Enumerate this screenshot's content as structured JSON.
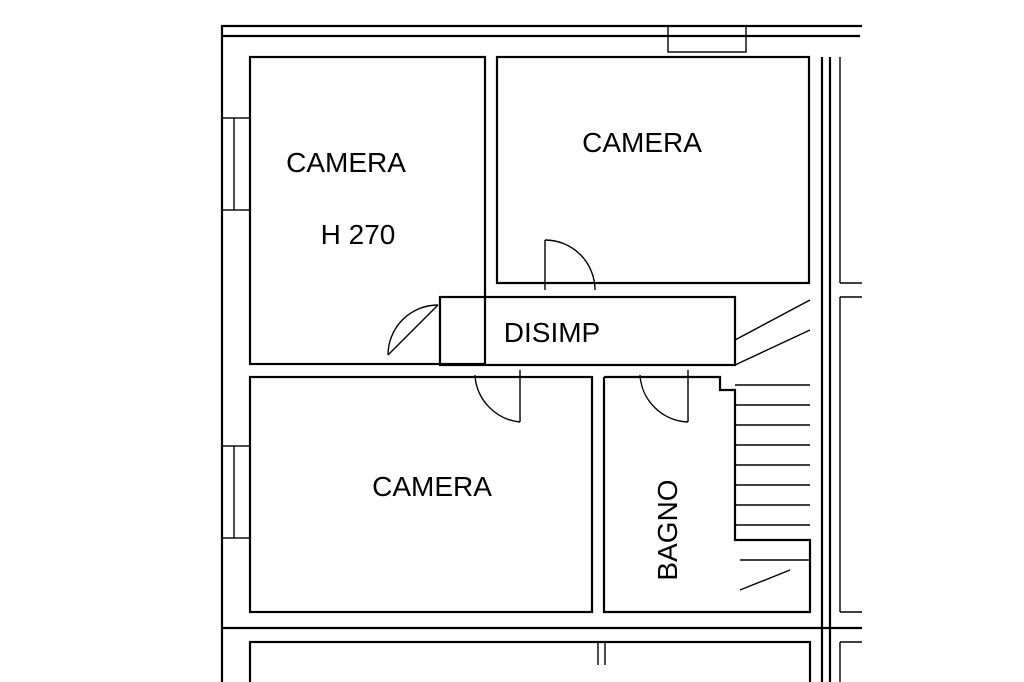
{
  "plan": {
    "rooms": {
      "camera_top_left": {
        "name": "CAMERA",
        "height": "H 270"
      },
      "camera_top_right": {
        "name": "CAMERA"
      },
      "disimp": {
        "name": "DISIMP"
      },
      "camera_bottom": {
        "name": "CAMERA"
      },
      "bagno": {
        "name": "BAGNO"
      }
    }
  }
}
